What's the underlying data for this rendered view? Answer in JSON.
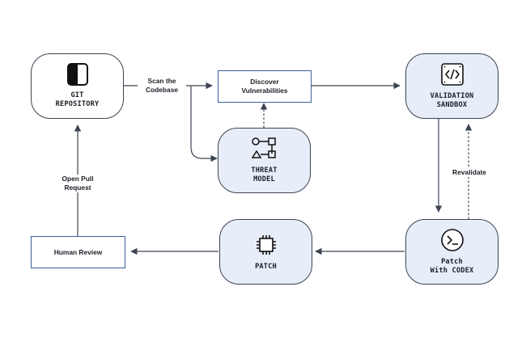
{
  "nodes": {
    "git_repository": {
      "label": "GIT\nREPOSITORY",
      "icon": "git-repository-icon"
    },
    "validation_sandbox": {
      "label": "VALIDATION\nSANDBOX",
      "icon": "code-brackets-icon"
    },
    "threat_model": {
      "label": "THREAT\nMODEL",
      "icon": "threat-model-shapes-icon"
    },
    "patch": {
      "label": "PATCH",
      "icon": "chip-icon"
    },
    "patch_with_codex": {
      "label": "Patch\nWith CODEX",
      "icon": "terminal-prompt-icon"
    }
  },
  "boxes": {
    "discover_vulnerabilities": "Discover\nVulnerabilities",
    "human_review": "Human Review"
  },
  "edge_labels": {
    "scan_the_codebase": "Scan the\nCodebase",
    "open_pull_request": "Open Pull\nRequest",
    "revalidate": "Revalidate"
  },
  "colors": {
    "node_fill": "#e7edf9",
    "box_border": "#3b5f9a",
    "stroke": "#3c4452"
  }
}
